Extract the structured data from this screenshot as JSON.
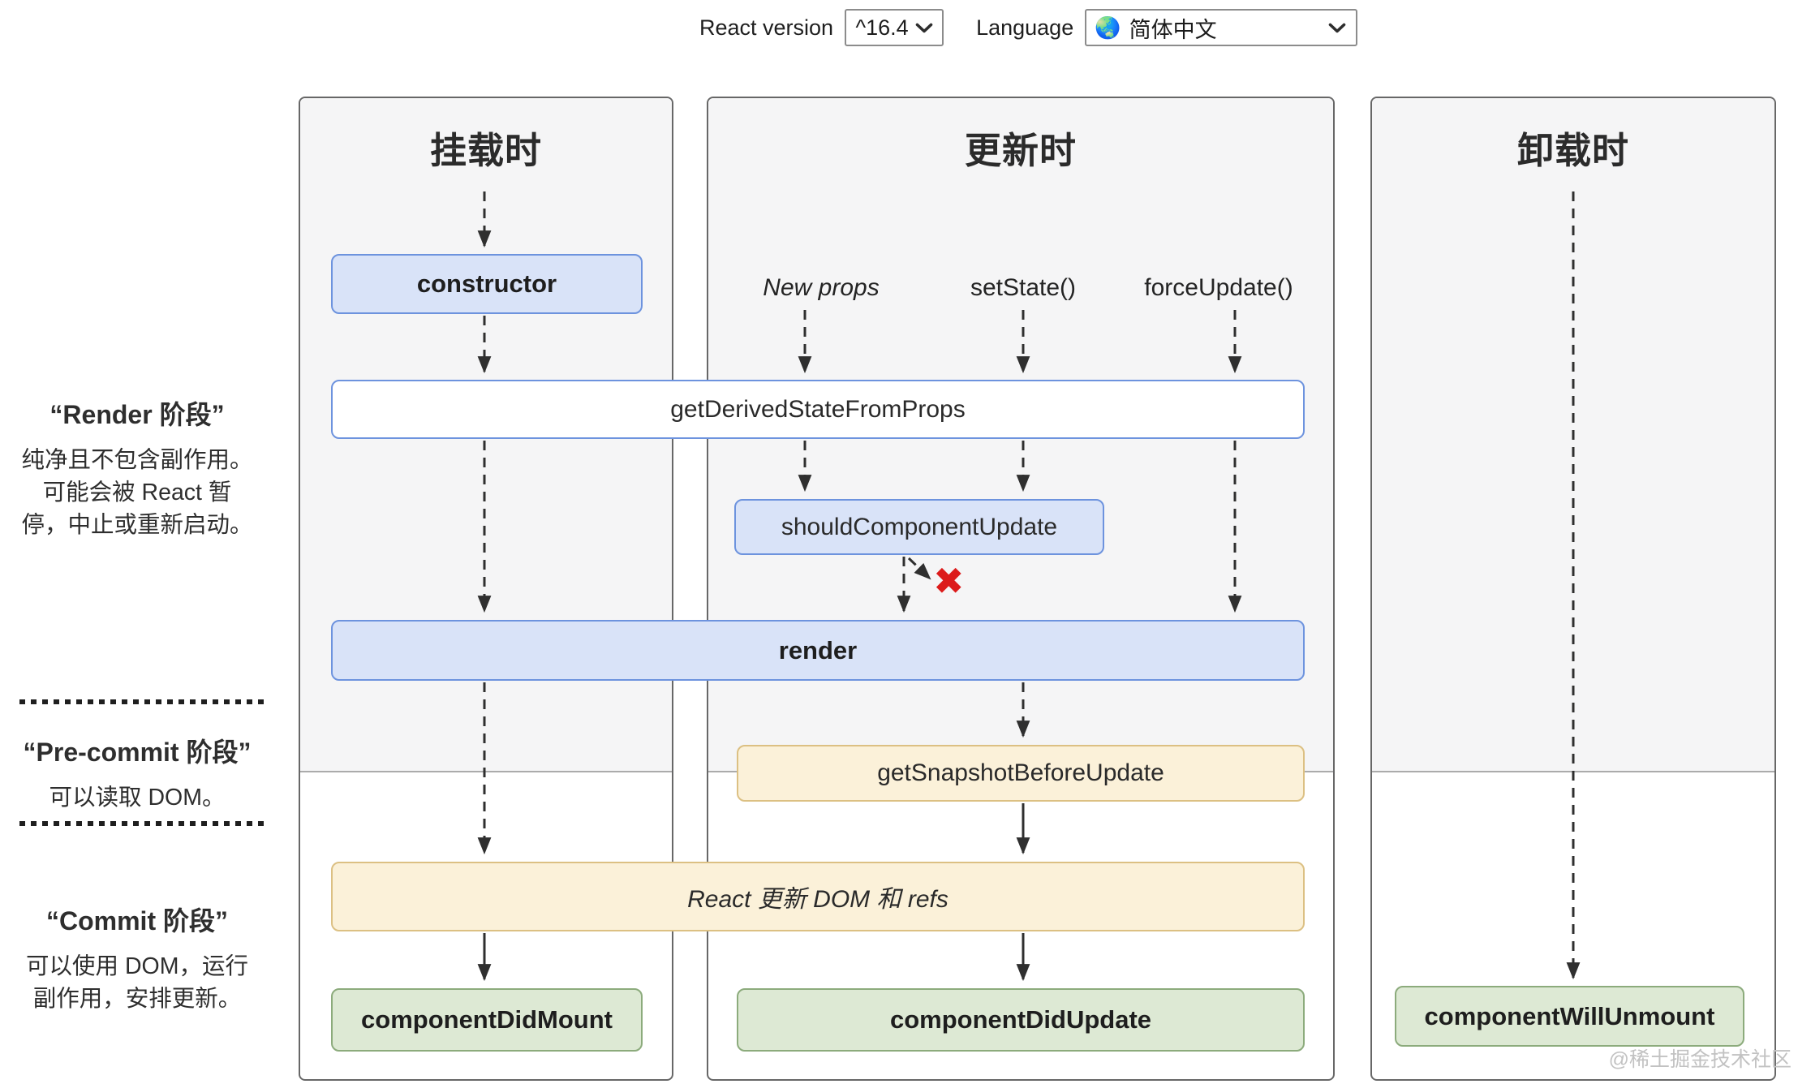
{
  "toolbar": {
    "react_version_label": "React version",
    "react_version_value": "^16.4",
    "language_label": "Language",
    "language_flag": "🌏",
    "language_value": "简体中文"
  },
  "columns": {
    "mounting": {
      "title": "挂载时"
    },
    "updating": {
      "title": "更新时"
    },
    "unmounting": {
      "title": "卸载时"
    }
  },
  "phases": {
    "render": {
      "title": "“Render 阶段”",
      "lines": [
        "纯净且不包含副作用。",
        "可能会被 React 暂",
        "停，中止或重新启动。"
      ]
    },
    "pre_commit": {
      "title": "“Pre-commit 阶段”",
      "lines": [
        "可以读取 DOM。"
      ]
    },
    "commit": {
      "title": "“Commit 阶段”",
      "lines": [
        "可以使用 DOM，运行",
        "副作用，安排更新。"
      ]
    }
  },
  "triggers": {
    "new_props": "New props",
    "set_state": "setState()",
    "force_update": "forceUpdate()"
  },
  "methods": {
    "constructor": "constructor",
    "get_derived_state_from_props": "getDerivedStateFromProps",
    "should_component_update": "shouldComponentUpdate",
    "render": "render",
    "get_snapshot_before_update": "getSnapshotBeforeUpdate",
    "react_updates_dom": "React 更新 DOM 和 refs",
    "component_did_mount": "componentDidMount",
    "component_did_update": "componentDidUpdate",
    "component_will_unmount": "componentWillUnmount"
  },
  "marks": {
    "reject": "✖"
  },
  "watermark": "@稀土掘金技术社区",
  "colors": {
    "blue_fill": "#d9e3f8",
    "blue_border": "#6d93de",
    "cream_fill": "#fbf1d9",
    "cream_border": "#dcc083",
    "green_fill": "#dde9d4",
    "green_border": "#8cab7c",
    "panel_border": "#676767",
    "panel_bg": "#f5f5f6",
    "phase_split": "#ababab",
    "line": "#2f2f2f",
    "reject_red": "#dc1b1b",
    "text": "#2b2b2b",
    "watermark": "#c2c2c2",
    "divider": "#1f1f1f",
    "select_border": "#8c8c8c"
  }
}
